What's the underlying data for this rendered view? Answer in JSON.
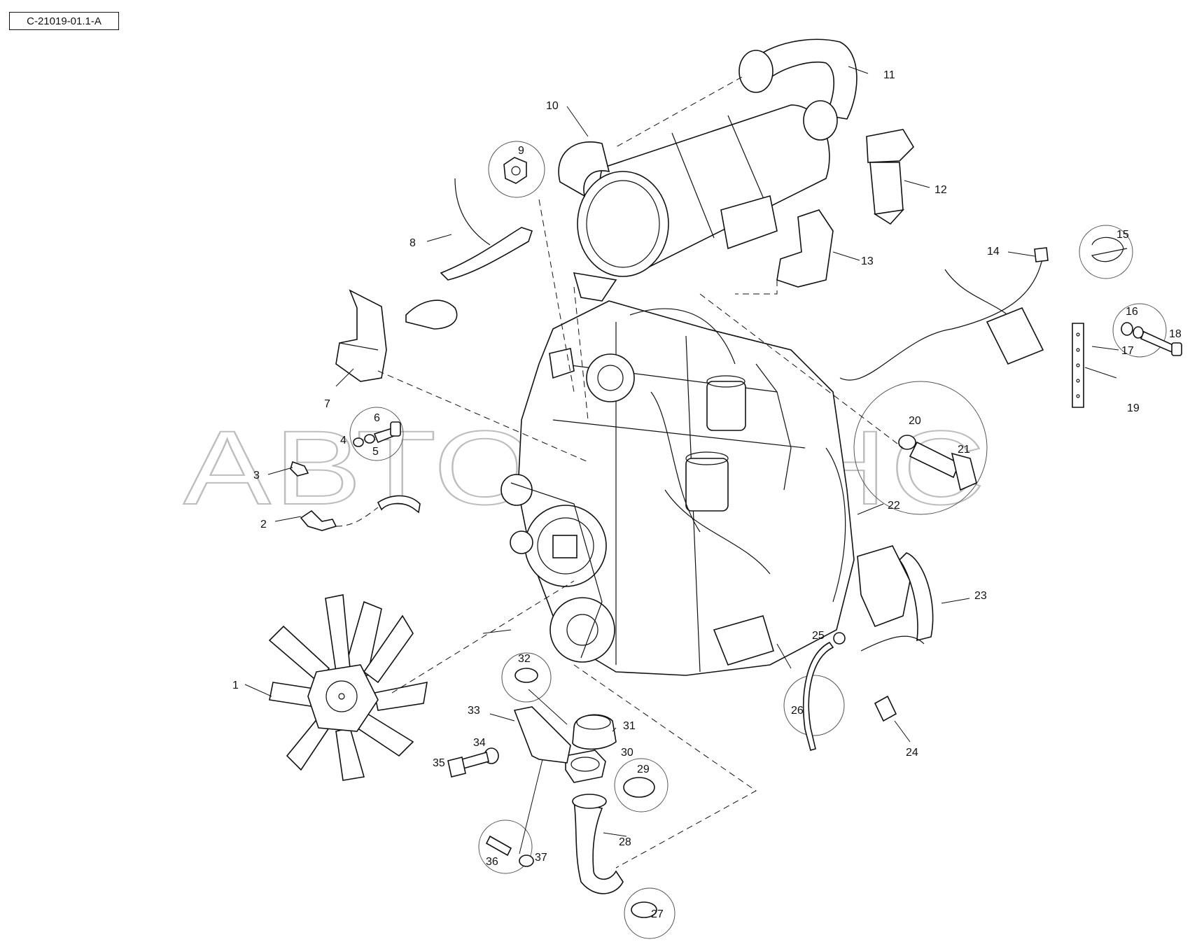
{
  "drawing": {
    "reference_code": "C-21019-01.1-A",
    "watermark": "АВТОАГЕНС"
  },
  "callouts": [
    {
      "label": "1"
    },
    {
      "label": "2"
    },
    {
      "label": "3"
    },
    {
      "label": "4"
    },
    {
      "label": "5"
    },
    {
      "label": "6"
    },
    {
      "label": "7"
    },
    {
      "label": "8"
    },
    {
      "label": "9"
    },
    {
      "label": "10"
    },
    {
      "label": "11"
    },
    {
      "label": "12"
    },
    {
      "label": "13"
    },
    {
      "label": "14"
    },
    {
      "label": "15"
    },
    {
      "label": "16"
    },
    {
      "label": "17"
    },
    {
      "label": "18"
    },
    {
      "label": "19"
    },
    {
      "label": "20"
    },
    {
      "label": "21"
    },
    {
      "label": "22"
    },
    {
      "label": "23"
    },
    {
      "label": "24"
    },
    {
      "label": "25"
    },
    {
      "label": "26"
    },
    {
      "label": "27"
    },
    {
      "label": "28"
    },
    {
      "label": "29"
    },
    {
      "label": "30"
    },
    {
      "label": "31"
    },
    {
      "label": "32"
    },
    {
      "label": "33"
    },
    {
      "label": "34"
    },
    {
      "label": "35"
    },
    {
      "label": "36"
    },
    {
      "label": "37"
    }
  ]
}
